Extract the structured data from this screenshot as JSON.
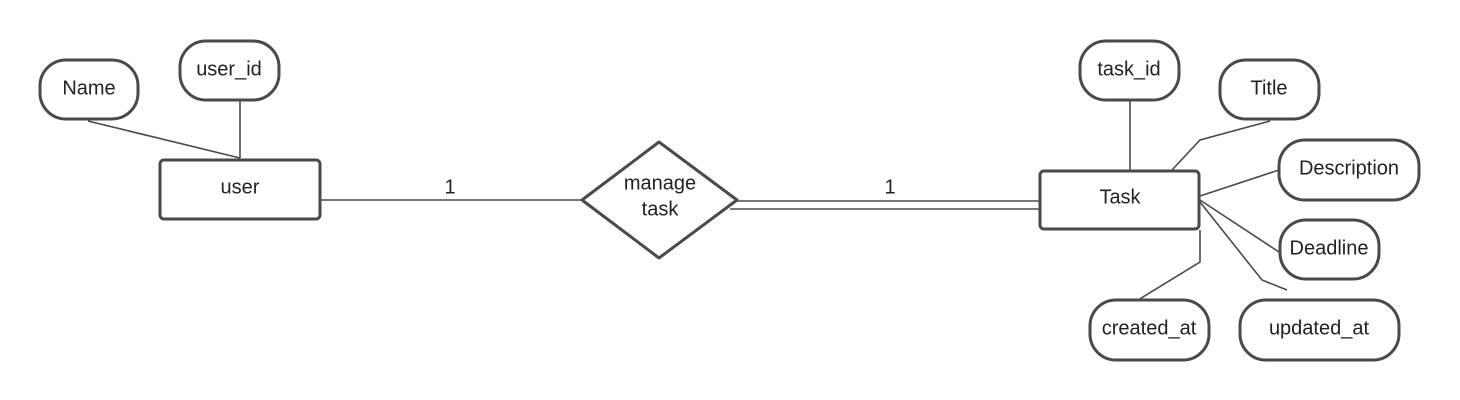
{
  "entities": {
    "user": {
      "label": "user"
    },
    "task": {
      "label": "Task"
    }
  },
  "relationship": {
    "line1": "manage",
    "line2": "task"
  },
  "cardinality": {
    "user_side": "1",
    "task_side": "1"
  },
  "attributes": {
    "name": "Name",
    "user_id": "user_id",
    "task_id": "task_id",
    "title": "Title",
    "description": "Description",
    "deadline": "Deadline",
    "created_at": "created_at",
    "updated_at": "updated_at"
  },
  "colors": {
    "stroke": "#4a4a4a",
    "text": "#222222",
    "background": "#ffffff"
  }
}
